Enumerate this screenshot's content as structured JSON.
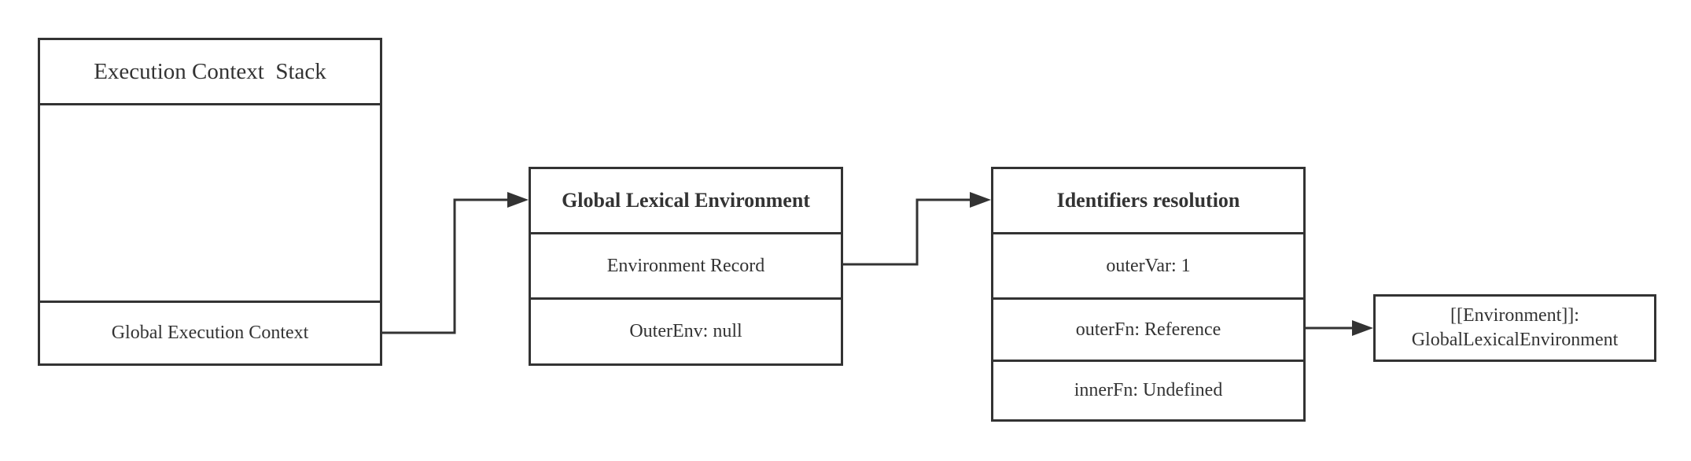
{
  "stack": {
    "title": "Execution Context  Stack",
    "global_context": "Global Execution Context"
  },
  "global_env": {
    "title": "Global Lexical Environment",
    "rows": [
      "Environment Record",
      "OuterEnv: null"
    ]
  },
  "identifiers": {
    "title": "Identifiers resolution",
    "rows": [
      "outerVar: 1",
      "outerFn: Reference",
      "innerFn: Undefined"
    ]
  },
  "environment_ref": {
    "line1": "[[Environment]]:",
    "line2": "GlobalLexicalEnvironment"
  },
  "colors": {
    "stroke": "#333333",
    "background": "#ffffff"
  }
}
